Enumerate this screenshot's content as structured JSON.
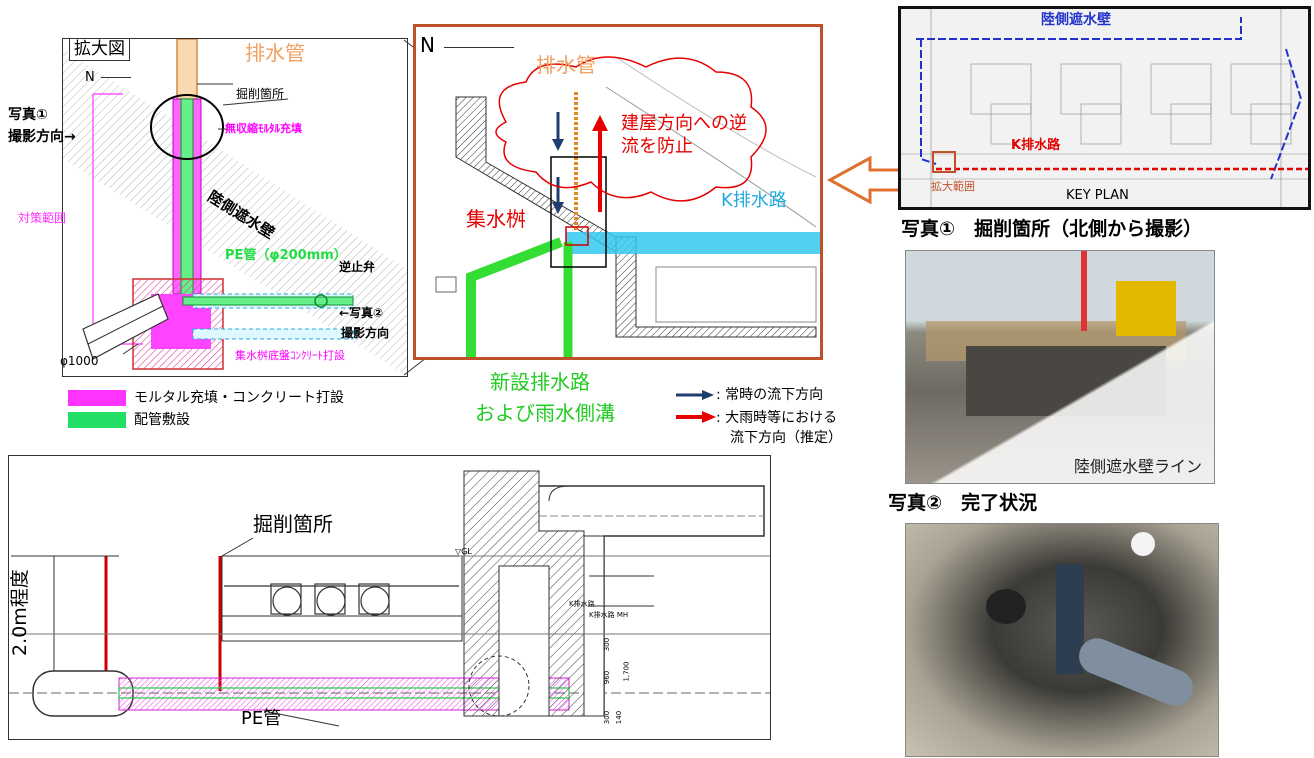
{
  "topleft": {
    "title": "拡大図",
    "north": "N",
    "drain_pipe": "排水管",
    "excavation": "掘削箇所",
    "photo1_a": "写真①",
    "photo1_b": "撮影方向→",
    "mortar": "無収縮ﾓﾙﾀﾙ充填",
    "wall": "陸側遮水壁",
    "range": "対策範囲",
    "pe_pipe": "PE管（φ200mm）",
    "check_valve": "逆止弁",
    "photo2_a": "←写真②",
    "photo2_b": "撮影方向",
    "pit_base": "集水桝底盤ｺﾝｸﾘｰﾄ打設",
    "phi": "φ1000"
  },
  "legend_left": {
    "item1": "モルタル充填・コンクリート打設",
    "item2": "配管敷設",
    "color1": "#ff33ff",
    "color2": "#22dd66"
  },
  "center": {
    "north": "N",
    "drain_pipe": "排水管",
    "backflow": "建屋方向への逆流を防止",
    "pit": "集水桝",
    "k_channel": "K排水路",
    "new_channel_1": "新設排水路",
    "new_channel_2": "および雨水側溝"
  },
  "flow_legend": {
    "normal": ": 常時の流下方向",
    "heavy_1": ": 大雨時等における",
    "heavy_2": "流下方向（推定）",
    "normal_color": "#1f3d6e",
    "heavy_color": "#e60000"
  },
  "keyplan": {
    "wall": "陸側遮水壁",
    "k_channel": "K排水路",
    "range": "拡大範囲",
    "label": "KEY PLAN"
  },
  "photos": {
    "p1_title": "写真①　掘削箇所（北側から撮影）",
    "p1_caption": "陸側遮水壁ライン",
    "p2_title": "写真②　完了状況"
  },
  "section": {
    "depth": "2.0m程度",
    "excavation": "掘削箇所",
    "pe_pipe": "PE管",
    "gl": "▽GL",
    "k1": "K排水路",
    "k2": "K排水路 MH",
    "d1": "300",
    "d2": "960",
    "d3": "1,700",
    "d4": "300",
    "d5": "140"
  }
}
